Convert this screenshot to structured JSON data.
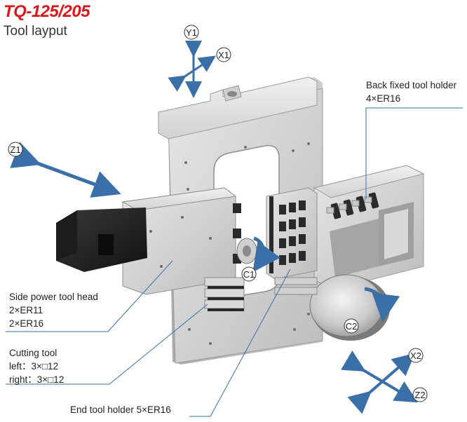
{
  "header": {
    "title": "TQ-125/205",
    "subtitle": "Tool layput"
  },
  "axes": {
    "y1": "Y1",
    "x1": "X1",
    "z1": "Z1",
    "c1": "C1",
    "c2": "C2",
    "x2": "X2",
    "z2": "Z2"
  },
  "callouts": {
    "back_holder": {
      "title": "Back fixed tool holder",
      "spec": "4×ER16"
    },
    "side_power": {
      "title": "Side power tool head",
      "spec1": "2×ER11",
      "spec2": "2×ER16"
    },
    "cutting_tool": {
      "title": "Cutting tool",
      "left": "left：3×□12",
      "right": "right：3×□12"
    },
    "end_holder": {
      "title": "End tool holder  5×ER16"
    }
  },
  "colors": {
    "accent": "#d7191f",
    "arrow": "#3a6fa8"
  }
}
